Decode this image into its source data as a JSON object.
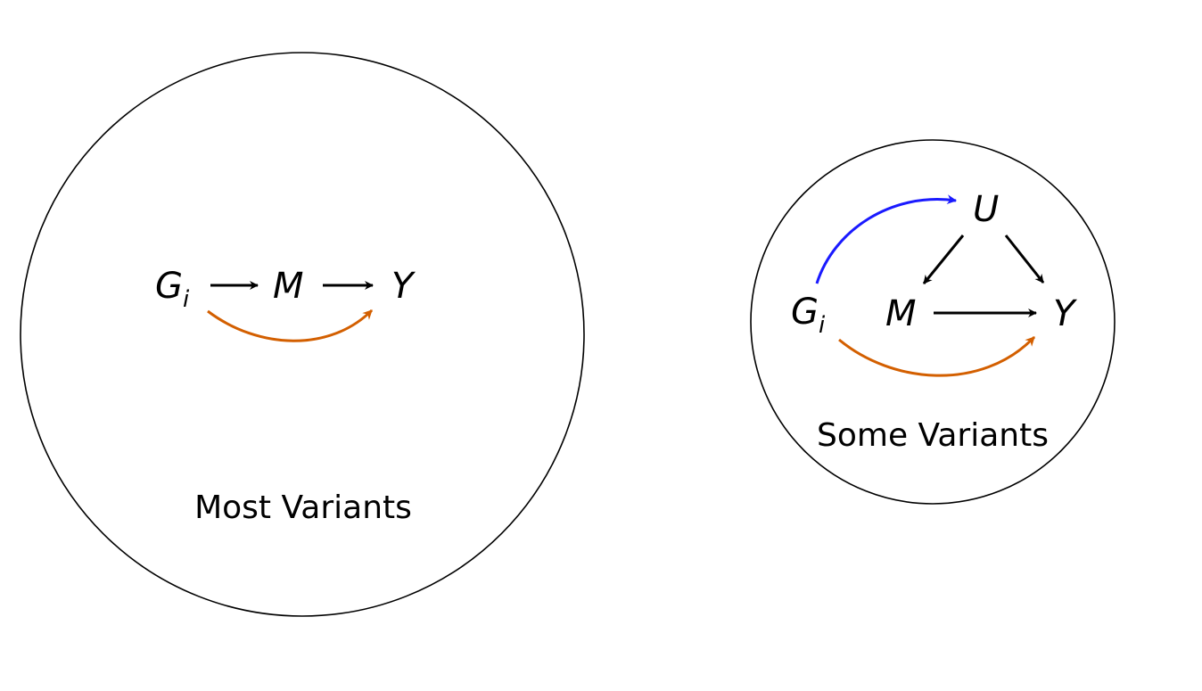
{
  "panels": {
    "left": {
      "caption": "Most Variants",
      "nodes": {
        "g": {
          "base": "G",
          "sub": "i"
        },
        "m": {
          "base": "M"
        },
        "y": {
          "base": "Y"
        }
      }
    },
    "right": {
      "caption": "Some Variants",
      "nodes": {
        "u": {
          "base": "U"
        },
        "g": {
          "base": "G",
          "sub": "i"
        },
        "m": {
          "base": "M"
        },
        "y": {
          "base": "Y"
        }
      }
    }
  },
  "colors": {
    "black_edge": "#000000",
    "direct_effect": "#d35f00",
    "confounder_path": "#1a1aff"
  }
}
